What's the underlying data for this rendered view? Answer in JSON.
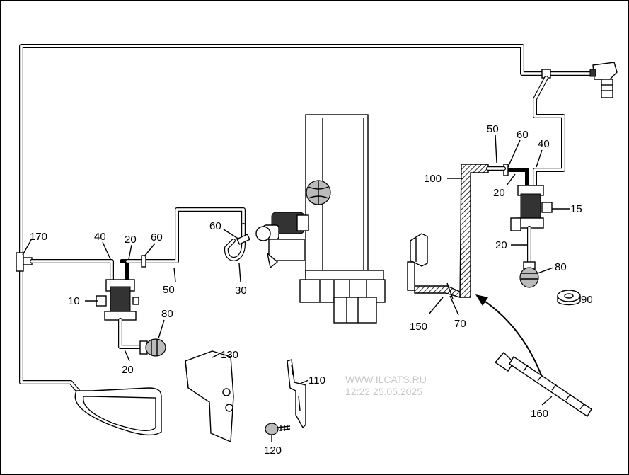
{
  "callouts": {
    "c170": "170",
    "c40a": "40",
    "c20a": "20",
    "c60a": "60",
    "c10": "10",
    "c80a": "80",
    "c20b": "20",
    "c50a": "50",
    "c60b": "60",
    "c30": "30",
    "c130": "130",
    "c110": "110",
    "c120": "120",
    "c50b": "50",
    "c60c": "60",
    "c40b": "40",
    "c100": "100",
    "c20c": "20",
    "c15": "15",
    "c20d": "20",
    "c80b": "80",
    "c90": "90",
    "c150": "150",
    "c70": "70",
    "c160": "160"
  },
  "watermark": {
    "site": "WWW.ILCATS.RU",
    "stamp": "12:22 25.05.2025"
  }
}
